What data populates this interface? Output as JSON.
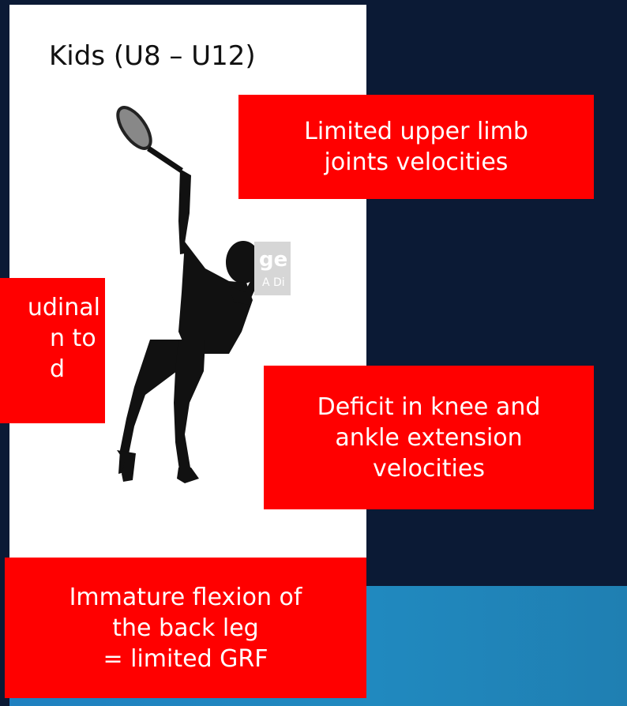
{
  "panel": {
    "title": "Kids (U8 – U12)"
  },
  "watermark": {
    "line1": "ge",
    "line2": "A Di"
  },
  "callouts": {
    "upper_limb": [
      "Limited upper limb",
      "joints velocities"
    ],
    "knee_ankle": [
      "Deficit in knee and",
      "ankle extension",
      "velocities"
    ],
    "back_leg": [
      "Immature flexion of",
      "the back leg",
      "= limited GRF"
    ],
    "left_cut": [
      "udinal",
      "n to",
      "d"
    ]
  },
  "colors": {
    "background": "#0b1a35",
    "band": "#1f80c0",
    "callout": "#ff0000",
    "panel": "#ffffff"
  }
}
